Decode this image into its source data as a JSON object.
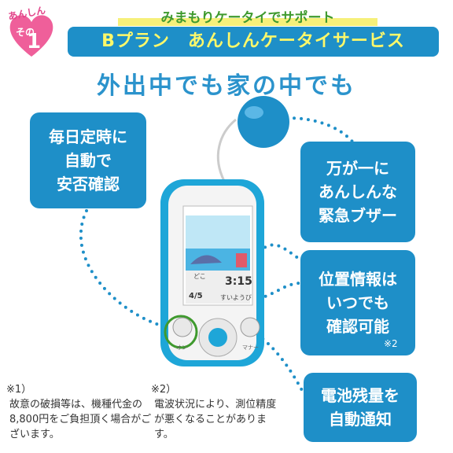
{
  "badge": {
    "small": "あんしん",
    "prefix": "その",
    "number": "1"
  },
  "tagline": "みまもりケータイでサポート",
  "plan": "Bプラン　あんしんケータイサービス",
  "headline": "外出中でも家の中でも",
  "cards": {
    "daily": [
      "毎日定時に",
      "自動で",
      "安否確認"
    ],
    "buzzer": [
      "万が一に",
      "あんしんな",
      "緊急ブザー"
    ],
    "location": [
      "位置情報は",
      "いつでも",
      "確認可能"
    ],
    "location_note": "※2",
    "battery": [
      "電池残量を",
      "自動通知"
    ]
  },
  "phone": {
    "time": "3:15",
    "date": "4/5",
    "weekday": "すいようび",
    "place": "どこ",
    "left_button": "オン",
    "right_button": "マナー"
  },
  "notes": {
    "note1_mark": "※1）",
    "note1": "故意の破損等は、機種代金の8,800円をご負担頂く場合がございます。",
    "note2_mark": "※2）",
    "note2": "電波状況により、測位精度が悪くなることがあります。"
  },
  "colors": {
    "accent": "#1e8fc8",
    "green_ring": "#3f9a2e",
    "heart": "#ef5f9a"
  }
}
